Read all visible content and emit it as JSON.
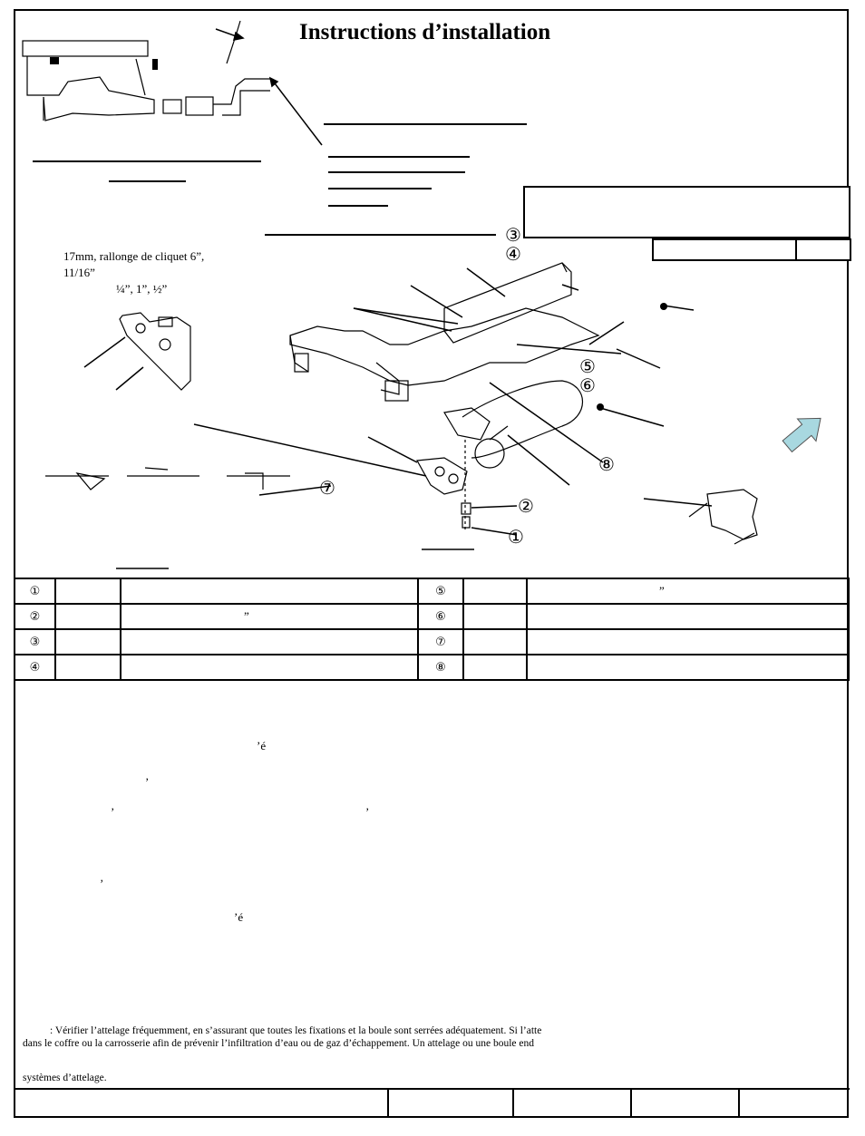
{
  "document": {
    "title": "Instructions d’installation",
    "tools": {
      "line1": "17mm, rallonge de cliquet 6”,",
      "line2": "11/16”",
      "line3": "¼”, 1”, ½”"
    },
    "callouts": [
      "③",
      "④",
      "⑤",
      "⑥",
      "⑦",
      "⑧",
      "②",
      "①"
    ],
    "parts_table": [
      {
        "num": "①",
        "qty": "",
        "desc": ""
      },
      {
        "num": "②",
        "qty": "",
        "desc": "”"
      },
      {
        "num": "③",
        "qty": "",
        "desc": ""
      },
      {
        "num": "④",
        "qty": "",
        "desc": ""
      },
      {
        "num": "⑤",
        "qty": "",
        "desc": "”"
      },
      {
        "num": "⑥",
        "qty": "",
        "desc": ""
      },
      {
        "num": "⑦",
        "qty": "",
        "desc": ""
      },
      {
        "num": "⑧",
        "qty": "",
        "desc": ""
      }
    ],
    "fragments": {
      "f1": "’é",
      "f2": "’",
      "f3": "’",
      "f4": "’",
      "f5": "’",
      "f6": "’é"
    },
    "warning": {
      "line1": ": Vérifier l’attelage fréquemment, en s’assurant que toutes les fixations et la boule sont serrées adéquatement.  Si l’atte",
      "line2": "dans le coffre ou la carrosserie afin de prévenir l’infiltration d’eau ou de gaz d’échappement.  Un attelage ou une boule end",
      "line3": "systèmes d’attelage."
    }
  }
}
